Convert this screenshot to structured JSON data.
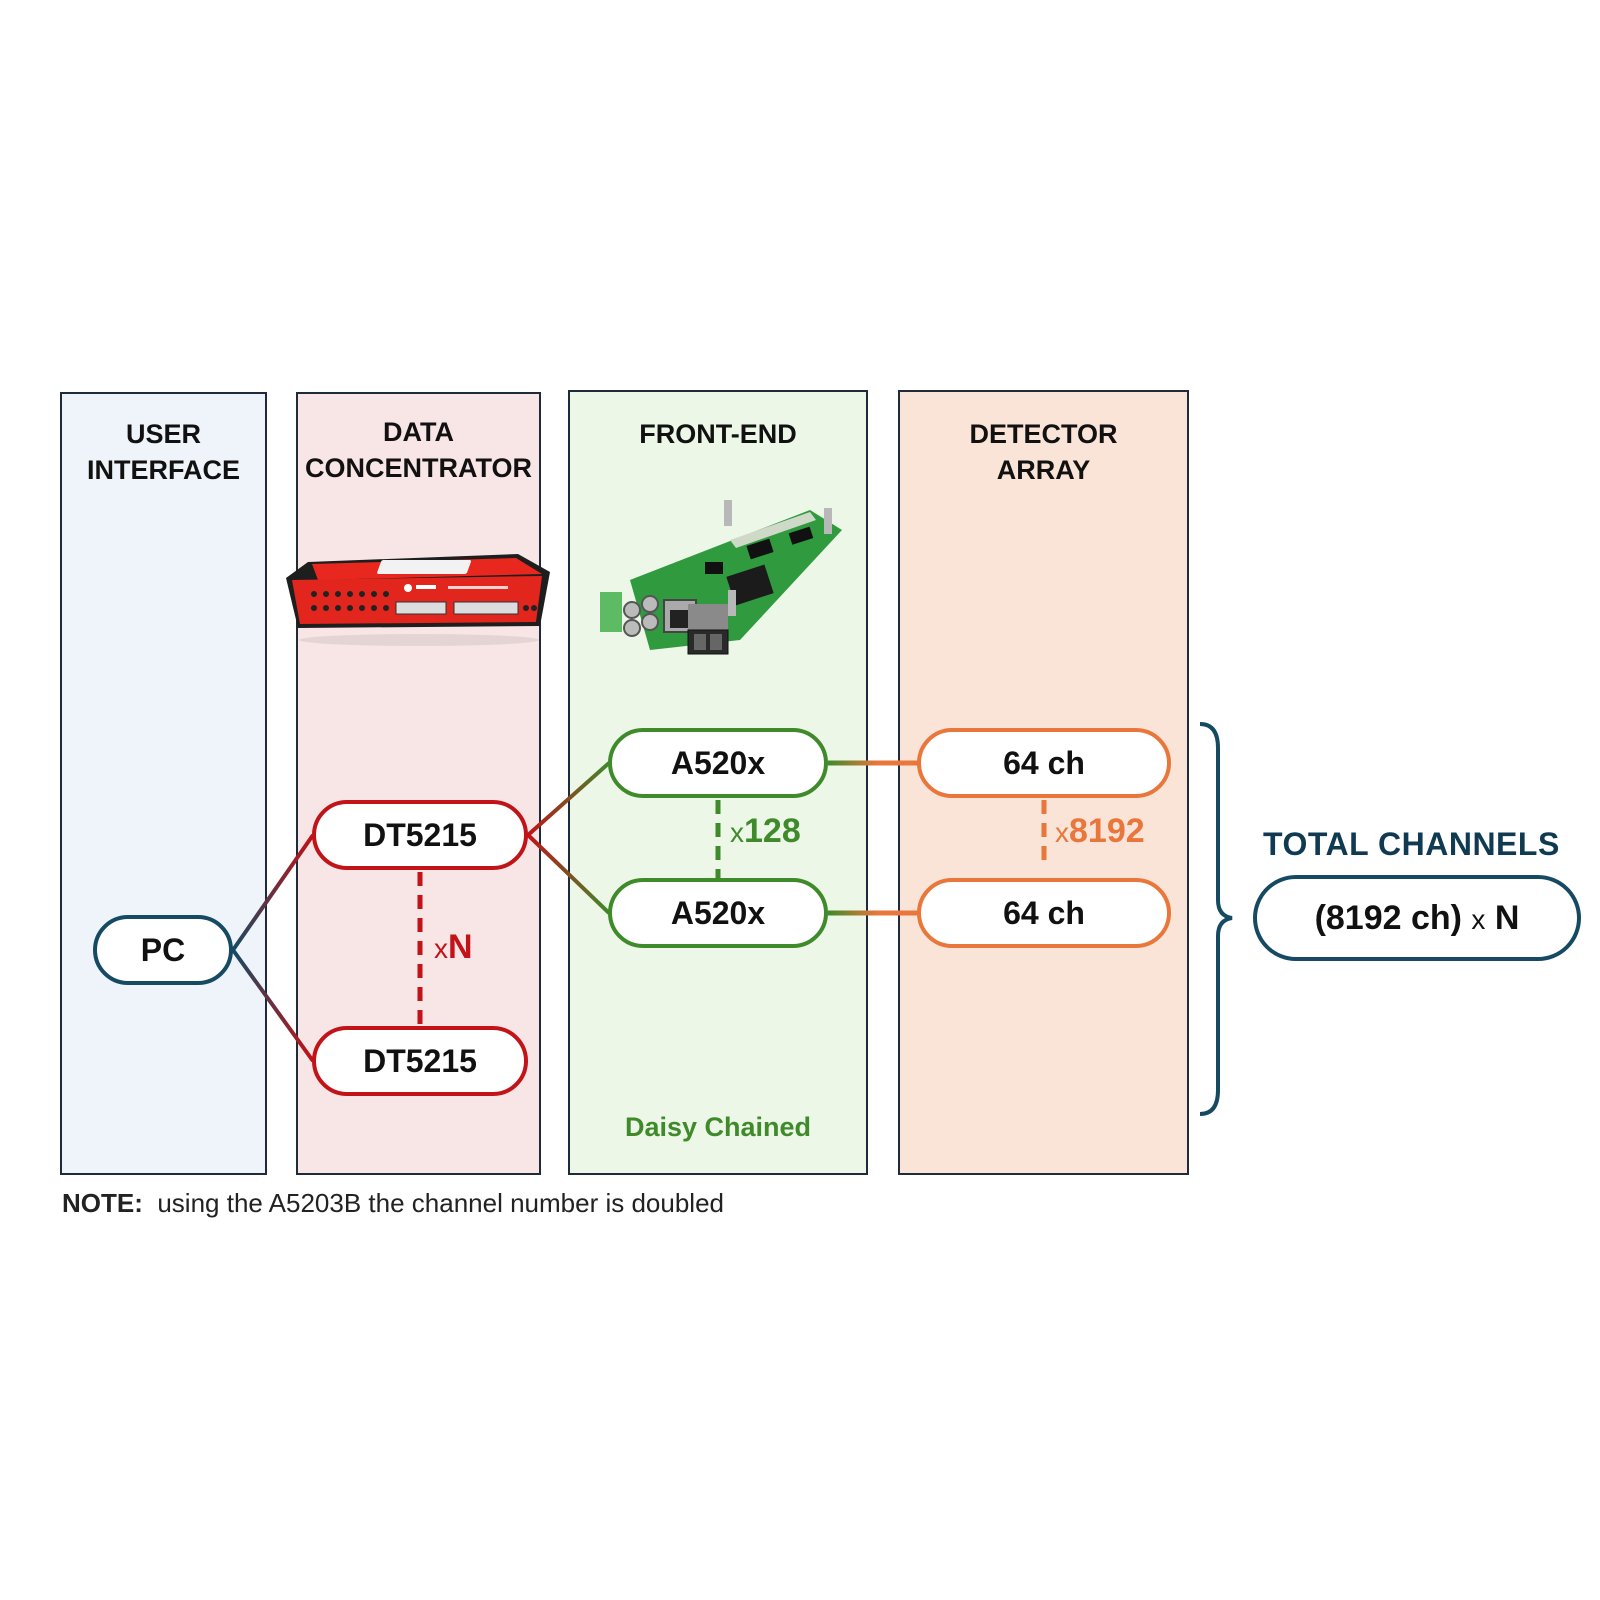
{
  "columns": [
    {
      "id": "ui",
      "title": "USER\nINTERFACE",
      "color": "#eef4f9"
    },
    {
      "id": "dc",
      "title": "DATA\nCONCENTRATOR",
      "color": "#f8e6e6"
    },
    {
      "id": "fe",
      "title": "FRONT-END",
      "color": "#edf7e8"
    },
    {
      "id": "det",
      "title": "DETECTOR\nARRAY",
      "color": "#fae3d7"
    }
  ],
  "nodes": {
    "pc": "PC",
    "dt1": "DT5215",
    "dt2": "DT5215",
    "fe1": "A520x",
    "fe2": "A520x",
    "det1": "64 ch",
    "det2": "64 ch"
  },
  "multipliers": {
    "dt": {
      "x": "x",
      "value": "N"
    },
    "fe": {
      "x": "x",
      "value": "128"
    },
    "det": {
      "x": "x",
      "value": "8192"
    }
  },
  "front_end_caption": "Daisy Chained",
  "total": {
    "title": "TOTAL CHANNELS",
    "value_main": "(8192 ch)",
    "value_x": "x",
    "value_n": "N"
  },
  "note": {
    "label": "NOTE:",
    "text": "using the A5203B  the channel number is doubled"
  },
  "devices": {
    "dt5215_image": "DT5215 data concentrator device",
    "a520x_image": "A520x front-end board"
  },
  "colors": {
    "pc": "#164a63",
    "data_concentrator": "#c11318",
    "front_end": "#3f8a2a",
    "detector": "#e9763a",
    "total": "#0f3a52"
  }
}
